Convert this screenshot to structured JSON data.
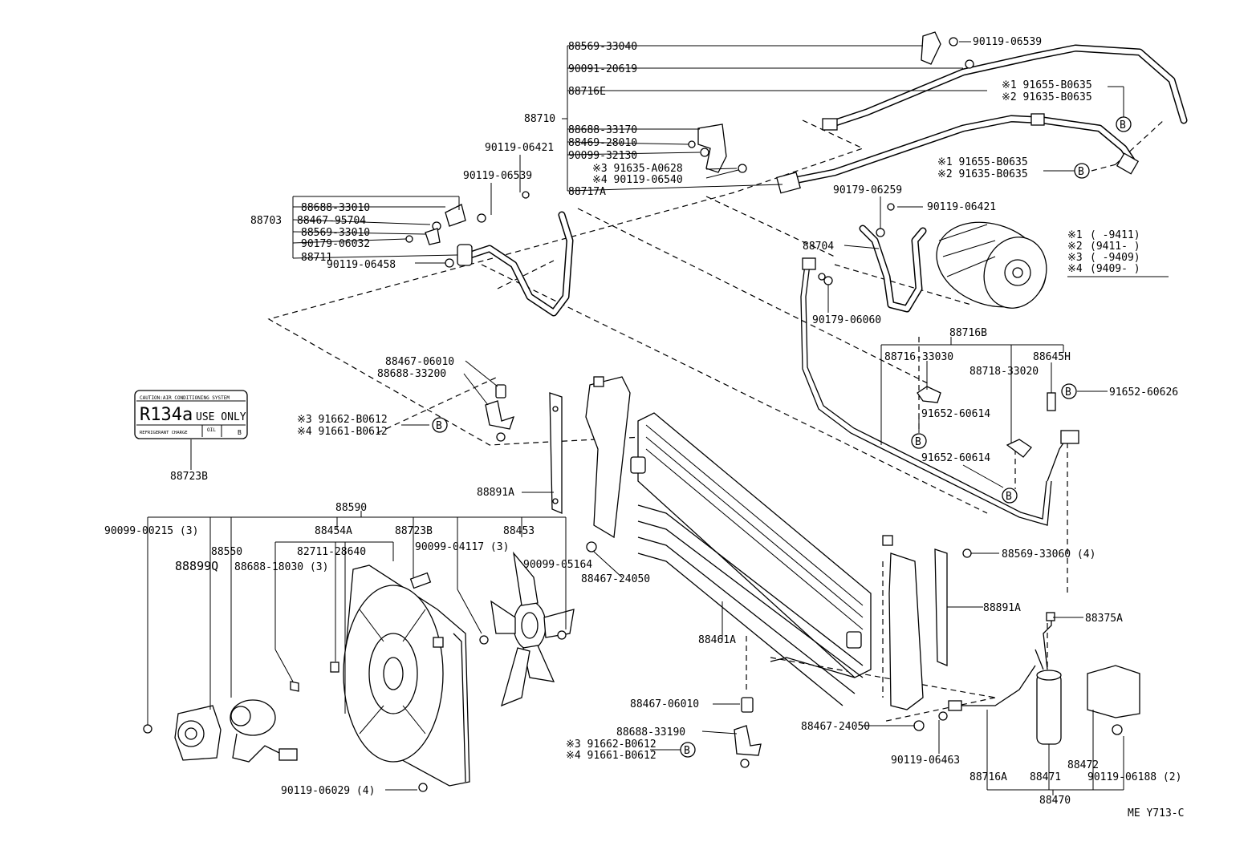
{
  "diagram": {
    "code": "ME  Y713-C",
    "labels": {
      "p88569_33040": "88569-33040",
      "p90119_06539a": "90119-06539",
      "p90091_20619": "90091-20619",
      "p88716E": "88716E",
      "p88710": "88710",
      "p88688_33170": "88688-33170",
      "p88469_28010": "88469-28010",
      "p90099_32130": "90099-32130",
      "p3_91635_A0628": "※3  91635-A0628",
      "p4_90119_06540": "※4  90119-06540",
      "p88717A": "88717A",
      "p90119_06421a": "90119-06421",
      "p90119_06539b": "90119-06539",
      "p1_91655_B0635a": "※1  91655-B0635",
      "p2_91635_B0635a": "※2  91635-B0635",
      "p1_91655_B0635b": "※1  91655-B0635",
      "p2_91635_B0635b": "※2  91635-B0635",
      "p90179_06259": "90179-06259",
      "p90119_06421b": "90119-06421",
      "p88688_33010": "88688-33010",
      "p88703": "88703",
      "p88467_95704": "88467-95704",
      "p88569_33010": "88569-33010",
      "p90179_06032": "90179-06032",
      "p88711": "88711",
      "p90119_06458": "90119-06458",
      "p88704": "88704",
      "p90179_06060": "90179-06060",
      "p88716B": "88716B",
      "p88716_33030": "88716-33030",
      "p88645H": "88645H",
      "p88718_33020": "88718-33020",
      "p91652_60626": "91652-60626",
      "p91652_60614a": "91652-60614",
      "p91652_60614b": "91652-60614",
      "p88467_06010a": "88467-06010",
      "p88688_33200": "88688-33200",
      "p3_91662_B0612a": "※3  91662-B0612",
      "p4_91661_B0612a": "※4  91661-B0612",
      "p88723B_a": "88723B",
      "p88891A_a": "88891A",
      "p88590": "88590",
      "p90099_00215": "90099-00215 (3)",
      "p88454A": "88454A",
      "p88723B_b": "88723B",
      "p88453": "88453",
      "p88550": "88550",
      "p82711_28640": "82711-28640",
      "p90099_04117": "90099-04117 (3)",
      "p88899Q": "88899Q",
      "p88688_18030": "88688-18030 (3)",
      "p90099_05164": "90099-05164",
      "p88467_24050a": "88467-24050",
      "p88569_33060": "88569-33060 (4)",
      "p88891A_b": "88891A",
      "p88461A": "88461A",
      "p88375A": "88375A",
      "p88467_06010b": "88467-06010",
      "p88467_24050b": "88467-24050",
      "p88688_33190": "88688-33190",
      "p3_91662_B0612b": "※3  91662-B0612",
      "p4_91661_B0612b": "※4  91661-B0612",
      "p90119_06463": "90119-06463",
      "p88472": "88472",
      "p88716A": "88716A",
      "p88471": "88471",
      "p90119_06188": "90119-06188 (2)",
      "p88470": "88470",
      "p90119_06029": "90119-06029 (4)",
      "bolt_symbol": "B"
    },
    "legend": {
      "r1_mark": "※1",
      "r1_range": "(      -9411)",
      "r2_mark": "※2",
      "r2_range": "(9411-      )",
      "r3_mark": "※3",
      "r3_range": "(      -9409)",
      "r4_mark": "※4",
      "r4_range": "(9409-      )"
    },
    "refrigerant_label": {
      "header": "CAUTION:AIR CONDITIONING SYSTEM",
      "main": "R134a",
      "sub": "USE ONLY",
      "foot_left": "REFRIGERANT CHARGE",
      "foot_mid": "OIL",
      "foot_right": "B"
    }
  }
}
